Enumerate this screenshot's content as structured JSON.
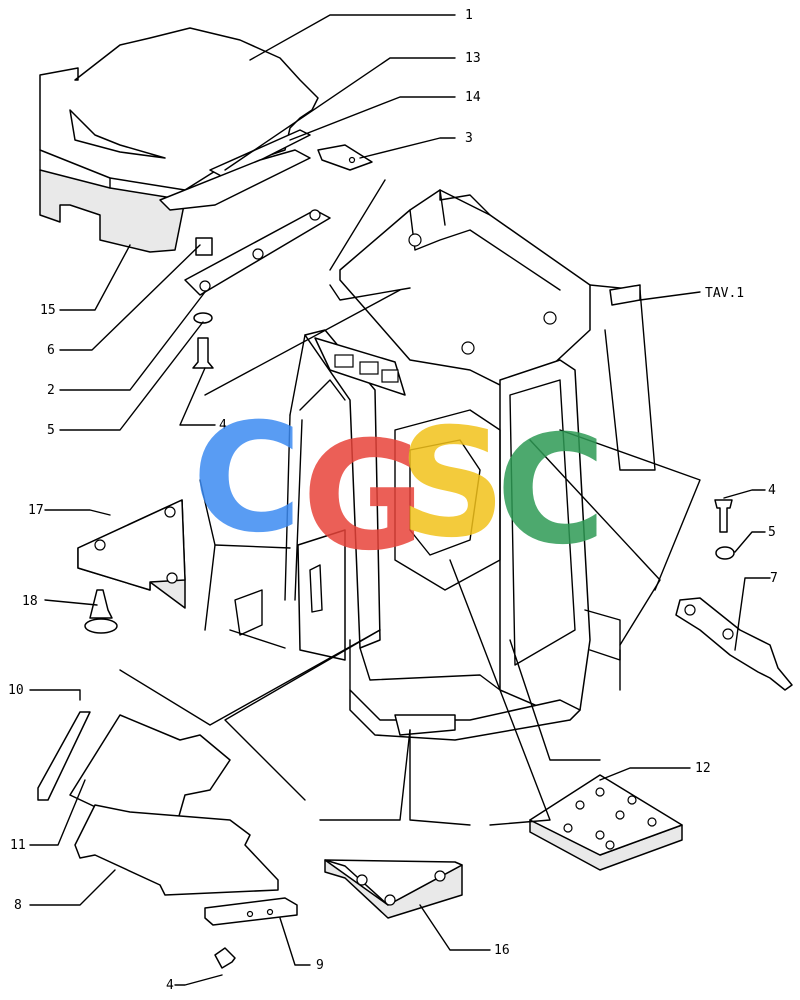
{
  "watermark": {
    "letters": [
      "C",
      "G",
      "S",
      "C"
    ],
    "colors": [
      "#3d8bf2",
      "#e8443a",
      "#f2c21b",
      "#2e9b55"
    ]
  },
  "callouts": {
    "p1": "1",
    "p13": "13",
    "p14": "14",
    "p3": "3",
    "tav": "TAV.1",
    "p15": "15",
    "p6": "6",
    "p2": "2",
    "p5a": "5",
    "p4a": "4",
    "p4b": "4",
    "p5b": "5",
    "p7": "7",
    "p17": "17",
    "p18": "18",
    "p10": "10",
    "p11": "11",
    "p8": "8",
    "p9": "9",
    "p4c": "4",
    "p12": "12",
    "p16": "16"
  }
}
